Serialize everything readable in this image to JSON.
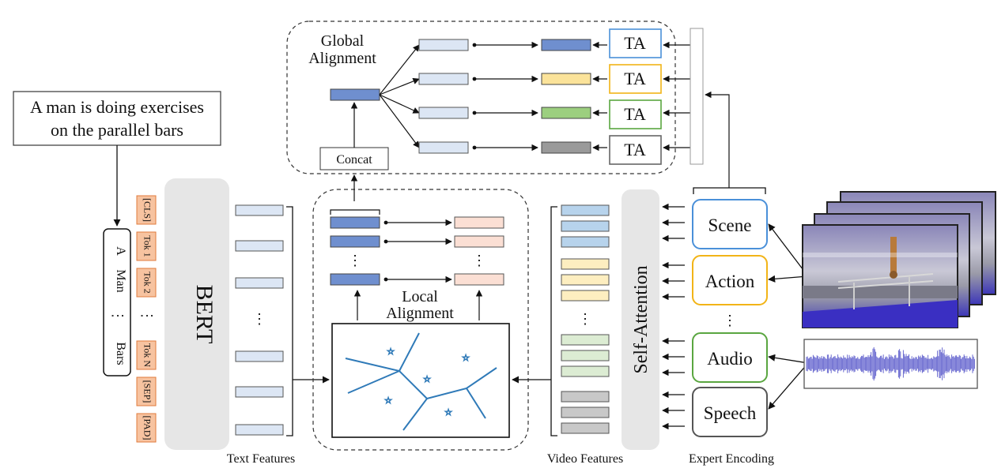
{
  "query": {
    "line1": "A man is doing exercises",
    "line2": "on the parallel bars"
  },
  "words": [
    "A",
    "Man",
    "⋮",
    "Bars"
  ],
  "tokens": [
    "[CLS]",
    "Tok 1",
    "Tok 2",
    "Tok N",
    "[SEP]",
    "[PAD]"
  ],
  "bert_label": "BERT",
  "text_features_label": "Text Features",
  "video_features_label": "Video Features",
  "expert_encoding_label": "Expert Encoding",
  "self_attention_label": "Self-Attention",
  "global_alignment": {
    "line1": "Global",
    "line2": "Alignment"
  },
  "local_alignment": {
    "line1": "Local",
    "line2": "Alignment"
  },
  "concat_label": "Concat",
  "ta_label": "TA",
  "experts": [
    {
      "name": "Scene",
      "color": "#4a90d9"
    },
    {
      "name": "Action",
      "color": "#f2b417"
    },
    {
      "name": "Audio",
      "color": "#5aa640"
    },
    {
      "name": "Speech",
      "color": "#555555"
    }
  ],
  "ellipsis": "⋮",
  "colors": {
    "text_feature": "#dce6f4",
    "local_text": "#6f8fcf",
    "local_video": "#fbdfd4",
    "token_fill": "#f7c3a0",
    "token_stroke": "#e07b3c",
    "global_left": "#dce6f4",
    "scene_feat": "#b7d3ec",
    "action_feat": "#fdeec0",
    "audio_feat": "#dcecd3",
    "speech_feat": "#c8c8c8",
    "edge": "#2f7ab8",
    "star": "#2f7ab8",
    "bert_bg": "#e6e6e6"
  }
}
